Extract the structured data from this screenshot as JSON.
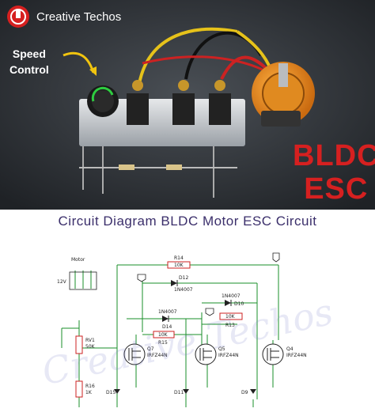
{
  "brand": {
    "name": "Creative Techos"
  },
  "photo": {
    "speed_label_line1": "Speed",
    "speed_label_line2": "Control",
    "title_line1": "BLDC",
    "title_line2": "ESC"
  },
  "diagram": {
    "title": "Circuit Diagram BLDC Motor ESC Circuit",
    "motor_label": "Motor",
    "supply_label": "12V",
    "watermark": "Creative Techos",
    "colors": {
      "wire": "#1a8f2a",
      "accent": "#d62020",
      "title": "#3b2f6b"
    },
    "components": {
      "r14": {
        "ref": "R14",
        "value": "10K"
      },
      "d12": {
        "ref": "D12",
        "value": "1N4007"
      },
      "d10": {
        "ref": "D10",
        "value": "1N4007"
      },
      "r13": {
        "ref": "R13",
        "value": "10K"
      },
      "d14": {
        "ref": "D14",
        "value": "1N4007"
      },
      "r15": {
        "ref": "R15",
        "value": "10K"
      },
      "q7": {
        "ref": "Q7",
        "value": "IRFZ44N"
      },
      "q5": {
        "ref": "Q5",
        "value": "IRFZ44N"
      },
      "q4": {
        "ref": "Q4",
        "value": "IRFZ44N"
      },
      "rv": {
        "ref": "RV1",
        "value": "50K"
      },
      "r16": {
        "ref": "R16",
        "value": "1K"
      },
      "d15": {
        "ref": "D15"
      },
      "d11": {
        "ref": "D11"
      },
      "d9": {
        "ref": "D9"
      }
    }
  }
}
